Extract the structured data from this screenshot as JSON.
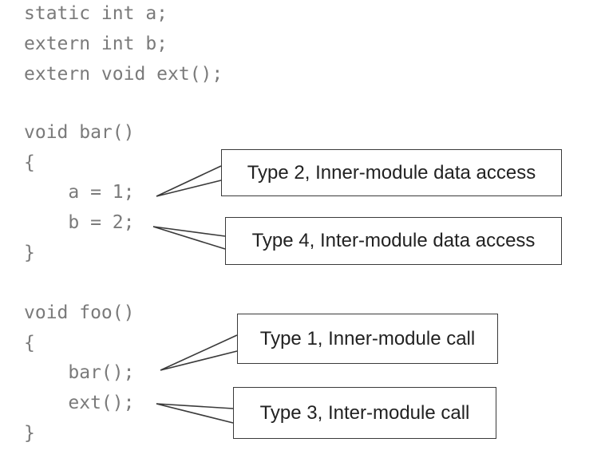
{
  "code": {
    "lines": [
      "static int a;",
      "extern int b;",
      "extern void ext();",
      "void bar()",
      "{",
      "    a = 1;",
      "    b = 2;",
      "}",
      "void foo()",
      "{",
      "    bar();",
      "    ext();",
      "}"
    ]
  },
  "callouts": [
    {
      "label": "Type 2, Inner-module data access"
    },
    {
      "label": "Type 4, Inter-module data access"
    },
    {
      "label": "Type 1, Inner-module call"
    },
    {
      "label": "Type 3, Inter-module call"
    }
  ],
  "colors": {
    "code_text": "#7a7a7a",
    "callout_text": "#222222",
    "callout_border": "#3a3a3a"
  }
}
